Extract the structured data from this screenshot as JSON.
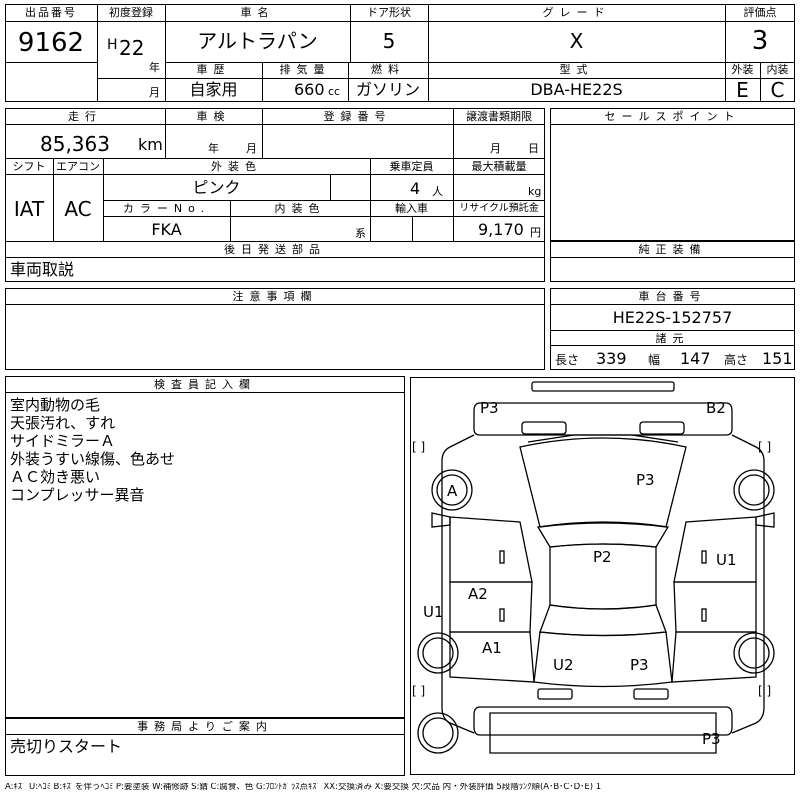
{
  "header": {
    "lot_no_label": "出品番号",
    "lot_no": "9162",
    "first_reg_label": "初度登録",
    "era": "H",
    "year": "22",
    "year_unit": "年",
    "month_unit": "月",
    "car_name_label": "車名",
    "car_name": "アルトラパン",
    "door_label": "ドア形状",
    "door": "5",
    "grade_label": "グレード",
    "grade": "X",
    "score_label": "評価点",
    "score": "3"
  },
  "row2": {
    "history_label": "車歴",
    "history": "自家用",
    "displacement_label": "排気量",
    "displacement": "660",
    "displacement_unit": "cc",
    "fuel_label": "燃料",
    "fuel": "ガソリン",
    "model_label": "型式",
    "model": "DBA-HE22S",
    "exterior_label": "外装",
    "exterior_grade": "E",
    "interior_label": "内装",
    "interior_grade": "C"
  },
  "details": {
    "mileage_label": "走行",
    "mileage": "85,363",
    "mileage_unit": "km",
    "inspection_label": "車検",
    "inspection_year_unit": "年",
    "inspection_month_unit": "月",
    "reg_no_label": "登録番号",
    "transfer_label": "譲渡書類期限",
    "transfer_month_unit": "月",
    "transfer_day_unit": "日",
    "shift_label": "シフト",
    "shift": "IAT",
    "ac_label": "エアコン",
    "ac": "AC",
    "color_label": "外装色",
    "color": "ピンク",
    "seats_label": "乗車定員",
    "seats": "4",
    "seats_unit": "人",
    "load_label": "最大積載量",
    "load_unit": "kg",
    "color_no_label": "カラーNo.",
    "color_no": "FKA",
    "interior_color_label": "内装色",
    "interior_color_suffix": "系",
    "import_label": "輸入車",
    "recycle_label": "リサイクル預託金",
    "recycle": "9,170",
    "recycle_unit": "円"
  },
  "sales_point": {
    "label": "セールスポイント"
  },
  "later_parts": {
    "label": "後日発送部品",
    "value": "車両取説"
  },
  "genuine": {
    "label": "純正装備"
  },
  "caution": {
    "label": "注意事項欄"
  },
  "chassis": {
    "label": "車台番号",
    "value": "HE22S-152757",
    "dims_label": "諸元",
    "length_label": "長さ",
    "length": "339",
    "width_label": "幅",
    "width": "147",
    "height_label": "高さ",
    "height": "151"
  },
  "inspector": {
    "label": "検査員記入欄",
    "lines": [
      "室内動物の毛",
      "天張汚れ、すれ",
      "サイドミラーＡ",
      "外装うすい線傷、色あせ",
      "ＡＣ効き悪い",
      "コンプレッサー異音"
    ]
  },
  "office": {
    "label": "事務局よりご案内",
    "value": "売切りスタート"
  },
  "diagram": {
    "marks": {
      "front_left": "P3",
      "front_right": "B2",
      "hood": "P3",
      "left_mirror": "A",
      "roof": "P2",
      "right_front_door": "U1",
      "left_front_fender": "U1",
      "left_rear_door": "A2",
      "left_rear_fender": "A1",
      "rear_left": "U2",
      "rear_right": "P3",
      "rear_bumper": "P3"
    },
    "bracket": "[      ]"
  },
  "legend": "A:ｷｽﾞ U:ﾍｺﾐ B:ｷｽﾞを伴うﾍｺﾐ P:要塗装 W:補修跡 S:錆 C:腐食、色 G:ﾌﾛﾝﾄｶﾞﾗｽ点ｷｽﾞ XX:交換済み X:要交換 欠:欠品 内・外装評価 5段階ﾗﾝｸ順(A･B･C･D･E) 1"
}
